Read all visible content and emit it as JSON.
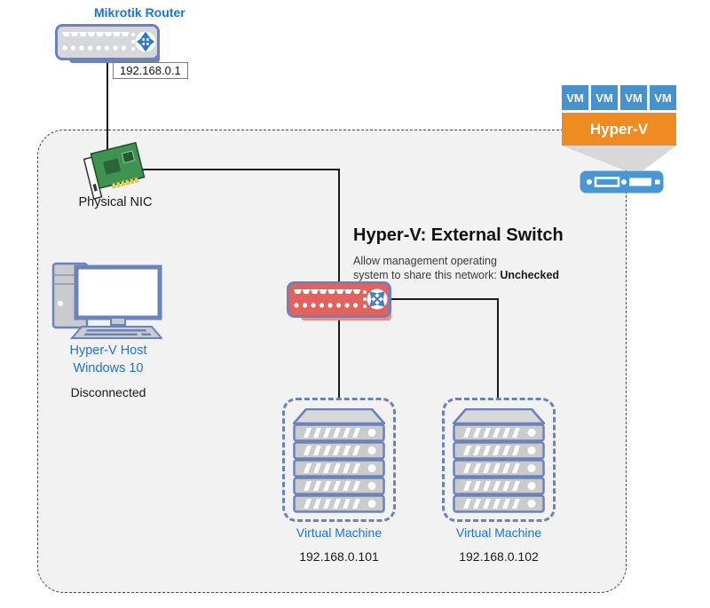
{
  "router": {
    "label": "Mikrotik Router",
    "ip": "192.168.0.1"
  },
  "nic": {
    "label": "Physical NIC"
  },
  "host": {
    "name_line1": "Hyper-V Host",
    "name_line2": "Windows 10",
    "status": "Disconnected"
  },
  "vswitch": {
    "title": "Hyper-V: External Switch",
    "note_line1": "Allow management operating",
    "note_line2_prefix": "system to share this network: ",
    "note_value": "Unchecked"
  },
  "vms": [
    {
      "label": "Virtual Machine",
      "ip": "192.168.0.101"
    },
    {
      "label": "Virtual Machine",
      "ip": "192.168.0.102"
    }
  ],
  "hyperv_logo": {
    "vm_labels": [
      "VM",
      "VM",
      "VM",
      "VM"
    ],
    "label": "Hyper-V"
  },
  "colors": {
    "blue_text": "#1B74D2",
    "slate_blue": "#6B83BC",
    "icon_gray": "#C9CBCE",
    "switch_red": "#E2625E",
    "orange": "#EF8C21",
    "vm_square_blue": "#4592CC",
    "device_blue": "#4897D3",
    "nic_green": "#3F9350",
    "panel_gray": "#F2F2F3"
  }
}
